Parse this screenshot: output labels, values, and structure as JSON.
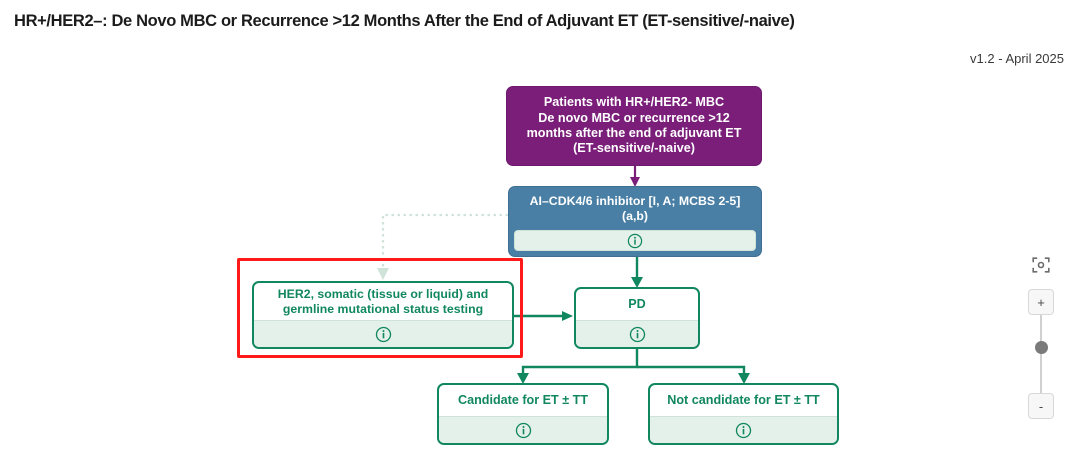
{
  "header": {
    "title": "HR+/HER2–: De Novo MBC or Recurrence >12 Months After the End of Adjuvant ET (ET-sensitive/-naive)",
    "version": "v1.2 - April 2025"
  },
  "diagram": {
    "nodes": {
      "patients": {
        "lines": [
          "Patients with HR+/HER2- MBC",
          "De novo MBC or recurrence >12",
          "months after the end of adjuvant ET",
          "(ET-sensitive/-naive)"
        ],
        "color": "#7b1e7a",
        "text_color": "#ffffff",
        "has_info": false
      },
      "ai_cdk": {
        "lines": [
          "AI–CDK4/6 inhibitor [I, A; MCBS 2-5]",
          "(a,b)"
        ],
        "color": "#4a7fa5",
        "text_color": "#ffffff",
        "has_info": true,
        "info_icon": "info-circle-icon"
      },
      "her2": {
        "lines": [
          "HER2, somatic (tissue or liquid) and",
          "germline mutational status testing"
        ],
        "color": "#ffffff",
        "text_color": "#11875f",
        "has_info": true,
        "info_icon": "info-circle-icon",
        "selected": true
      },
      "pd": {
        "lines": [
          "PD"
        ],
        "color": "#ffffff",
        "text_color": "#11875f",
        "has_info": true,
        "info_icon": "info-circle-icon"
      },
      "candidate": {
        "lines": [
          "Candidate for ET ± TT"
        ],
        "color": "#ffffff",
        "text_color": "#11875f",
        "has_info": true,
        "info_icon": "info-circle-icon"
      },
      "not_candidate": {
        "lines": [
          "Not candidate for ET ± TT"
        ],
        "color": "#ffffff",
        "text_color": "#11875f",
        "has_info": true,
        "info_icon": "info-circle-icon"
      }
    },
    "edges": [
      {
        "from": "patients",
        "to": "ai_cdk",
        "style": "solid",
        "color": "#7b1e7a"
      },
      {
        "from": "ai_cdk",
        "to": "her2",
        "style": "dotted",
        "color": "#cfe3d9"
      },
      {
        "from": "ai_cdk",
        "to": "pd",
        "style": "solid",
        "color": "#11875f"
      },
      {
        "from": "her2",
        "to": "pd",
        "style": "solid",
        "color": "#11875f"
      },
      {
        "from": "pd",
        "to": "candidate",
        "style": "solid",
        "color": "#11875f"
      },
      {
        "from": "pd",
        "to": "not_candidate",
        "style": "solid",
        "color": "#11875f"
      }
    ],
    "selection_color": "#ff1a1a",
    "info_strip_color": "#e4f0ea"
  },
  "zoom_controls": {
    "fit_icon": "fit-to-screen-icon",
    "zoom_in_label": "+",
    "zoom_out_label": "-",
    "slider_value": 66
  }
}
